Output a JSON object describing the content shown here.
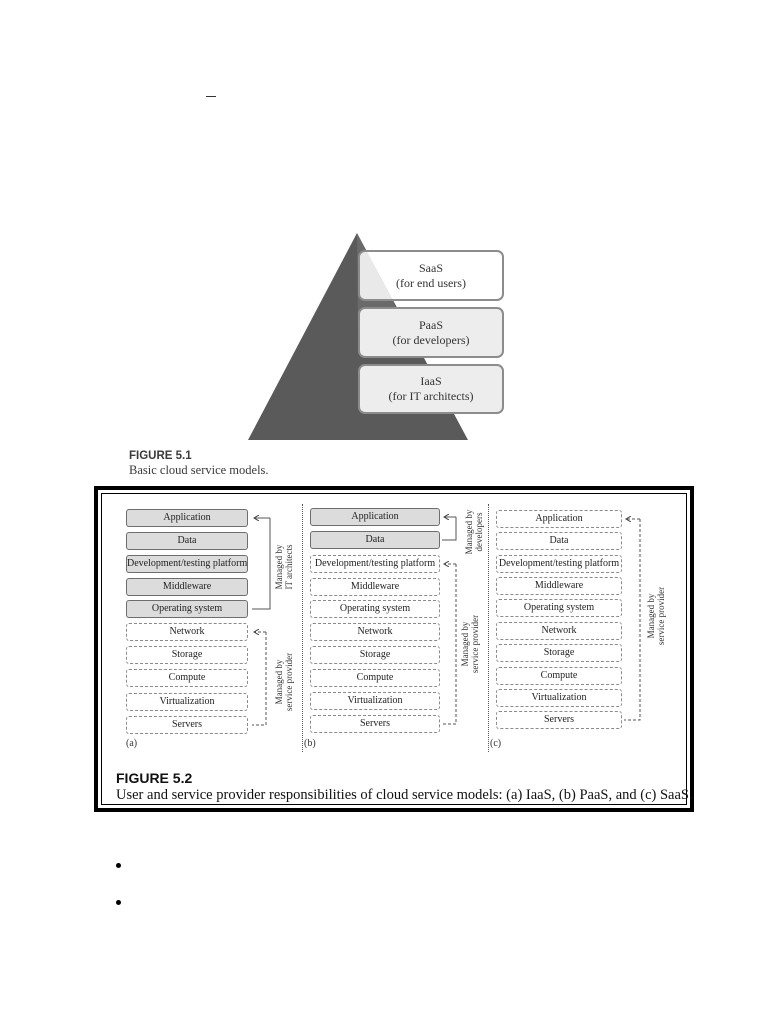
{
  "figure_5_1": {
    "number": "FIGURE 5.1",
    "caption": "Basic cloud service models.",
    "tiers": [
      {
        "name": "SaaS",
        "audience": "(for end users)"
      },
      {
        "name": "PaaS",
        "audience": "(for developers)"
      },
      {
        "name": "IaaS",
        "audience": "(for IT architects)"
      }
    ]
  },
  "figure_5_2": {
    "number": "FIGURE 5.2",
    "caption": "User and service provider responsibilities of cloud service models: (a) IaaS, (b) PaaS, and (c) SaaS.",
    "layers": [
      "Application",
      "Data",
      "Development/testing platform",
      "Middleware",
      "Operating system",
      "Network",
      "Storage",
      "Compute",
      "Virtualization",
      "Servers"
    ],
    "panels": [
      {
        "label": "(a)",
        "user_label": "Managed by IT architects",
        "user_line1": "Managed by",
        "user_line2": "IT architects",
        "provider_line1": "Managed by",
        "provider_line2": "service provider"
      },
      {
        "label": "(b)",
        "user_label": "Managed by developers",
        "user_line1": "Managed by",
        "user_line2": "developers",
        "provider_line1": "Managed by",
        "provider_line2": "service provider"
      },
      {
        "label": "(c)",
        "provider_line1": "Managed by",
        "provider_line2": "service provider"
      }
    ],
    "colors": {
      "user_fill": "#dcdcdc",
      "provider_border": "#8a8a8a"
    }
  },
  "bullets": [
    "",
    ""
  ]
}
